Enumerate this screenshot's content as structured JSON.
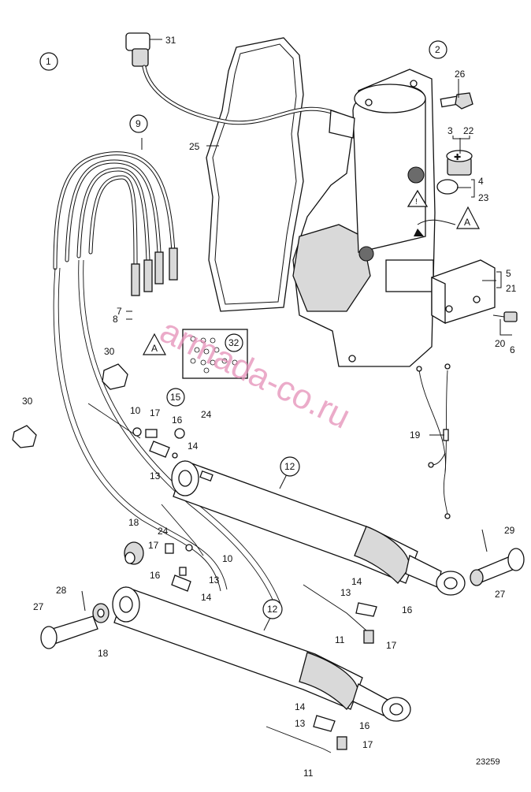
{
  "diagram": {
    "figure_number": "23259",
    "watermark": "armada-co.ru",
    "callouts_circled": [
      "1",
      "2",
      "9",
      "12",
      "12",
      "15",
      "32"
    ],
    "callouts_triangle": [
      "A",
      "A"
    ],
    "labels": {
      "l31": "31",
      "l26": "26",
      "l3": "3",
      "l22": "22",
      "l4": "4",
      "l23": "23",
      "l25": "25",
      "l7": "7",
      "l8": "8",
      "l5": "5",
      "l21": "21",
      "l20": "20",
      "l6": "6",
      "l30a": "30",
      "l30b": "30",
      "l10a": "10",
      "l17a": "17",
      "l16a": "16",
      "l24a": "24",
      "l14a": "14",
      "l13a": "13",
      "l19": "19",
      "l18a": "18",
      "l24b": "24",
      "l17b": "17",
      "l10b": "10",
      "l16b": "16",
      "l13b": "13",
      "l14b": "14",
      "l28": "28",
      "l27a": "27",
      "l18b": "18",
      "l29": "29",
      "l27b": "27",
      "l14c": "14",
      "l13c": "13",
      "l16c": "16",
      "l11a": "11",
      "l17c": "17",
      "l14d": "14",
      "l13d": "13",
      "l16d": "16",
      "l17d": "17",
      "l11b": "11"
    },
    "circles": {
      "c1": "1",
      "c2": "2",
      "c9": "9",
      "c12a": "12",
      "c12b": "12",
      "c15": "15",
      "c32": "32"
    },
    "triangles": {
      "ta": "A",
      "tb": "A"
    }
  }
}
